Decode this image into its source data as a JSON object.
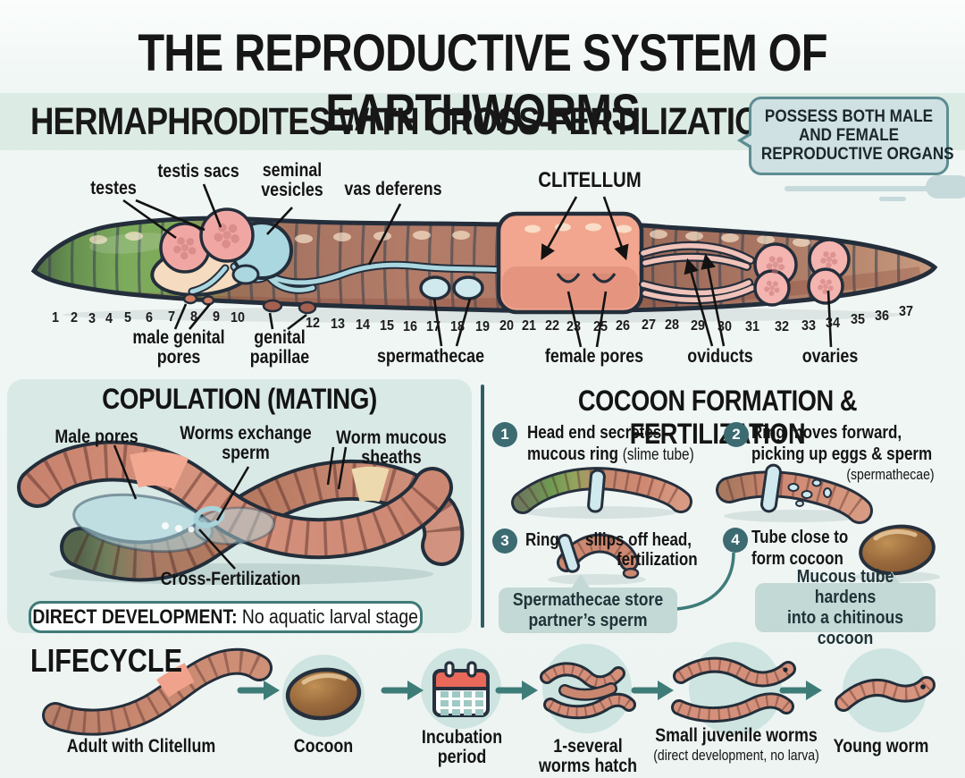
{
  "title": "THE REPRODUCTIVE SYSTEM OF EARTHWORMS",
  "subtitle": "HERMAPHRODITES WITH CROSS-FERTILIZATION",
  "callout": {
    "lines": [
      "POSSESS BOTH MALE",
      "AND FEMALE",
      "REPRODUCTIVE ORGANS"
    ]
  },
  "anatomy": {
    "labels": {
      "testes": "testes",
      "testis_sacs": "testis sacs",
      "seminal1": "seminal",
      "seminal2": "vesicles",
      "vas": "vas deferens",
      "clitellum": "CLITELLUM",
      "mgp1": "male genital",
      "mgp2": "pores",
      "gp1": "genital",
      "gp2": "papillae",
      "spermathecae": "spermathecae",
      "female_pores": "female pores",
      "oviducts": "oviducts",
      "ovaries": "ovaries"
    },
    "segments": [
      "1",
      "2",
      "3",
      "4",
      "5",
      "6",
      "7",
      "8",
      "9",
      "10",
      "12",
      "13",
      "14",
      "15",
      "16",
      "17",
      "18",
      "19",
      "20",
      "21",
      "22",
      "23",
      "25",
      "26",
      "27",
      "28",
      "29",
      "30",
      "31",
      "32",
      "33",
      "34",
      "35",
      "36",
      "37"
    ]
  },
  "copulation": {
    "title": "COPULATION (MATING)",
    "male_pores": "Male pores",
    "exchange1": "Worms exchange",
    "exchange2": "sperm",
    "sheaths1": "Worm mucous",
    "sheaths2": "sheaths",
    "cross": "Cross-Fertilization",
    "direct_bold": "DIRECT DEVELOPMENT:",
    "direct_rest": " No aquatic larval stage"
  },
  "cocoon": {
    "title": "COCOON FORMATION & FERTILIZATION",
    "s1": {
      "num": "1",
      "l1": "Head end secretes",
      "l2b": "mucous ring ",
      "l2l": "(slime tube)"
    },
    "s2": {
      "num": "2",
      "l1": "Ring moves forward,",
      "l2": "picking up eggs & sperm",
      "l3": "(spermathecae)"
    },
    "s3": {
      "num": "3",
      "l1": "Ring",
      "l2": "sllips off head,",
      "l3": "fertilization"
    },
    "s4": {
      "num": "4",
      "l1": "Tube close to",
      "l2": "form cocoon"
    },
    "noteA": {
      "l1": "Spermathecae store",
      "l2": "partner’s sperm"
    },
    "noteB": {
      "l1": "Mucous tube hardens",
      "l2": "into a chitinous cocoon"
    }
  },
  "lifecycle": {
    "title": "LIFECYCLE",
    "stages": [
      {
        "label": "Adult with Clitellum"
      },
      {
        "label": "Cocoon"
      },
      {
        "label": "Incubation",
        "label2": "period"
      },
      {
        "label": "1-several",
        "label2": "worms hatch"
      },
      {
        "label": "Small juvenile worms",
        "sub": "(direct development, no larva)"
      },
      {
        "label": "Young worm"
      }
    ]
  },
  "colors": {
    "accent_teal": "#3e7c78",
    "step_circle": "#3c6b72",
    "note_bg": "#c3d9d6",
    "panel_bg": "#d9e9e6",
    "band_bg": "#dcebe4",
    "callout_bg": "#cfe1e2",
    "callout_border": "#5d8d92",
    "worm_green": "#7cab5c",
    "worm_brown": "#a97663",
    "clitellum_pink": "#f2a68f",
    "organ_blue": "#abd7e0",
    "organ_pink": "#f0a7a3",
    "cocoon_brown": "#9a6a3d",
    "calendar_red": "#e8695a"
  }
}
